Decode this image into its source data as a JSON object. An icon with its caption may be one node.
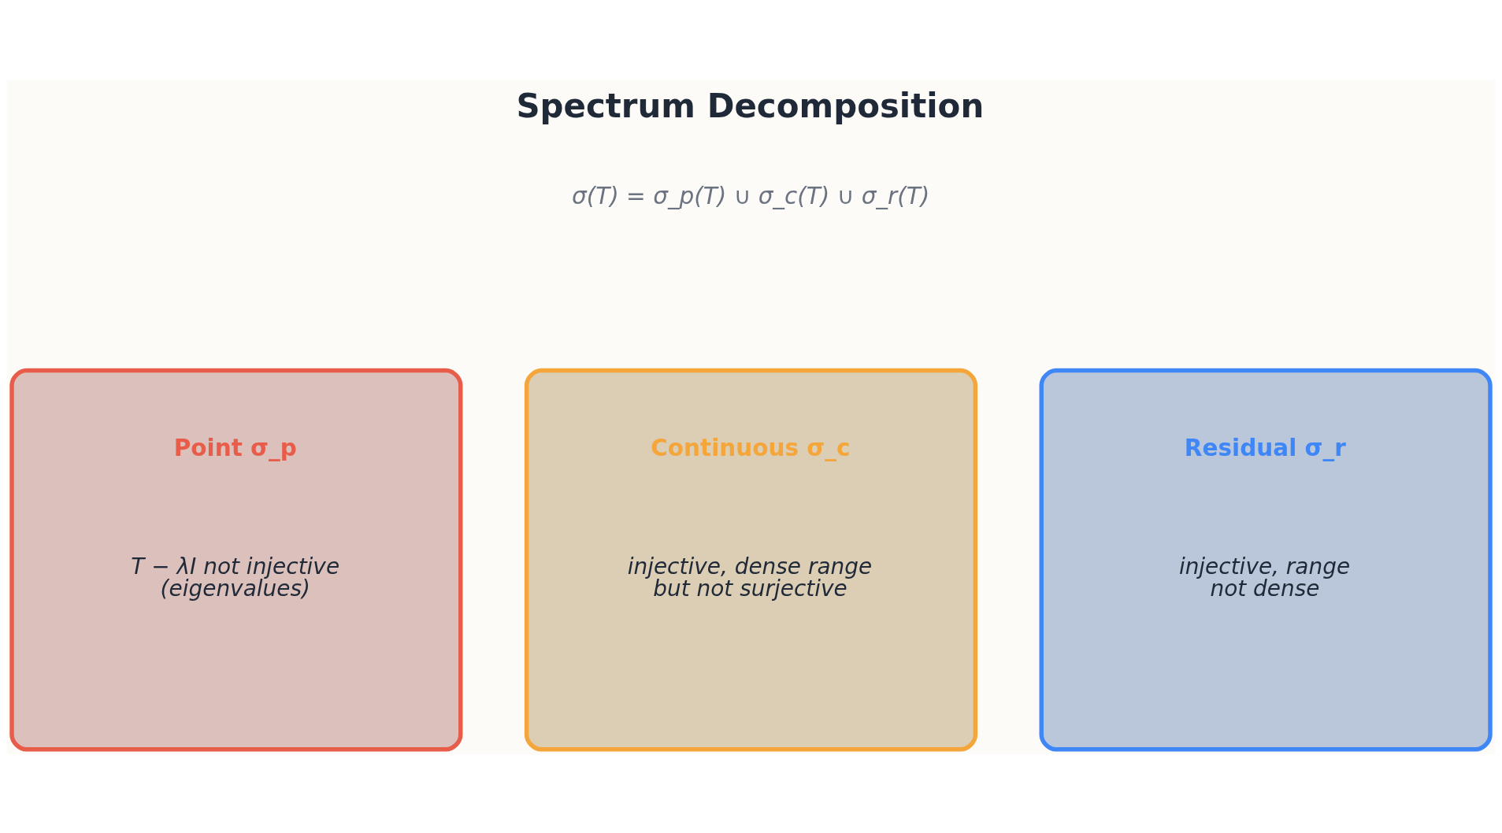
{
  "diagram": {
    "title": "Spectrum Decomposition",
    "nodes": [
      {
        "text": [
          "Point σ_p",
          "T − λI not injective (eigenvalues)"
        ]
      },
      {
        "text": [
          "Continuous σ_c",
          "injective, dense range but not surjective"
        ]
      },
      {
        "text": [
          "Residual σ_r",
          "injective, range not dense"
        ]
      }
    ],
    "labels": [
      "σ(T) = σ_p(T) ∪ σ_c(T) ∪ σ_r(T)"
    ]
  }
}
